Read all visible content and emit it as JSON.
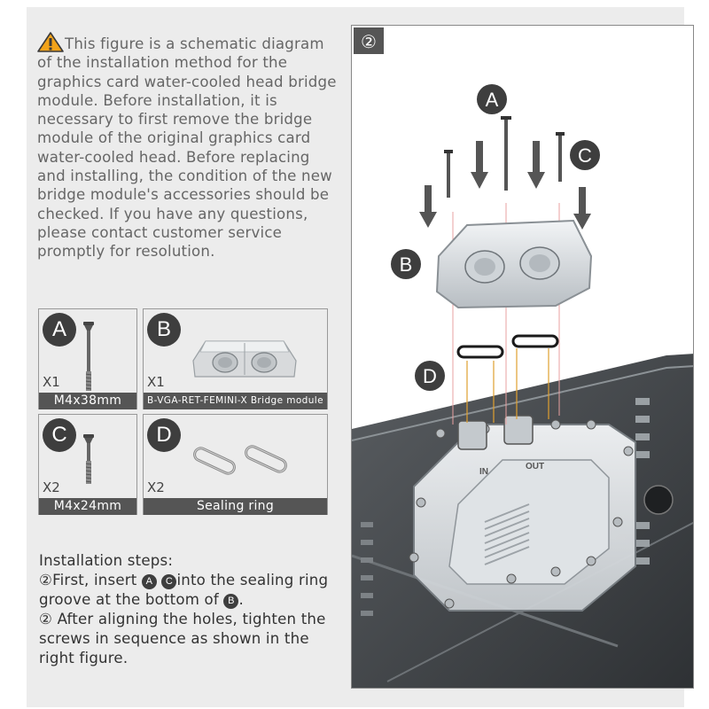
{
  "warning": {
    "text": "This figure is a schematic diagram of the installation method for the graphics card water-cooled head bridge module. Before installation, it is necessary to first remove the bridge module of the original graphics card water-cooled head. Before replacing and installing, the condition of the new bridge module's accessories should be checked. If you have any questions, please contact customer service promptly for resolution."
  },
  "parts": [
    {
      "letter": "A",
      "qty": "X1",
      "label": "M4x38mm"
    },
    {
      "letter": "B",
      "qty": "X1",
      "label": "B-VGA-RET-FEMINI-X Bridge module"
    },
    {
      "letter": "C",
      "qty": "X2",
      "label": "M4x24mm"
    },
    {
      "letter": "D",
      "qty": "X2",
      "label": "Sealing ring"
    }
  ],
  "steps": {
    "title": "Installation steps:",
    "step1_num": "②",
    "step1_a": "First, insert",
    "badge_a": "A",
    "badge_c": "C",
    "step1_b": "into the sealing ring groove at the bottom of",
    "badge_b": "B",
    "step1_end": ".",
    "step2_num": "②",
    "step2": "After aligning the holes, tighten the screws in sequence as shown in the right figure."
  },
  "diagram": {
    "step_number": "②",
    "label_a": "A",
    "label_b": "B",
    "label_c": "C",
    "label_d": "D",
    "inlet_text": "IN",
    "outlet_text": "OUT"
  },
  "colors": {
    "badge": "#3e3e3e",
    "label_bg": "#555555",
    "warning_yellow": "#f2a31a",
    "guide_line": "#e8a0a0"
  }
}
